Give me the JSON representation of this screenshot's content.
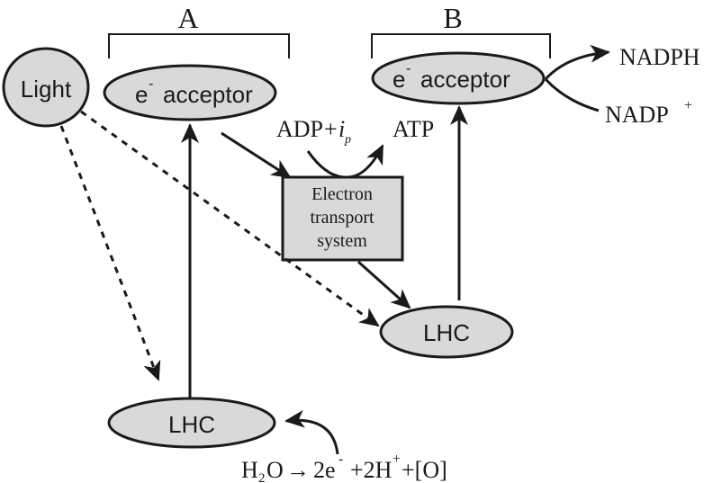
{
  "brackets": {
    "a": "A",
    "b": "B"
  },
  "nodes": {
    "light": "Light",
    "acceptor_a": "acceptor",
    "acceptor_b": "acceptor",
    "electron_sign": "e",
    "electron_minus": "-",
    "ets_line1": "Electron",
    "ets_line2": "transport",
    "ets_line3": "system",
    "lhc_right": "LHC",
    "lhc_bottom": "LHC"
  },
  "labels": {
    "nadph": "NADPH",
    "nadp": "NADP",
    "nadp_plus": "+",
    "adp": "ADP",
    "plus": "+",
    "pi_i": "i",
    "pi_sub": "p",
    "atp": "ATP",
    "water_h": "H",
    "water_sub": "2",
    "water_o": "O",
    "water_arrow": "→",
    "water_2e": "2e",
    "water_minus": "-",
    "water_2h": "+2H",
    "water_hplus": "+",
    "water_oxygen": "+[O]"
  }
}
